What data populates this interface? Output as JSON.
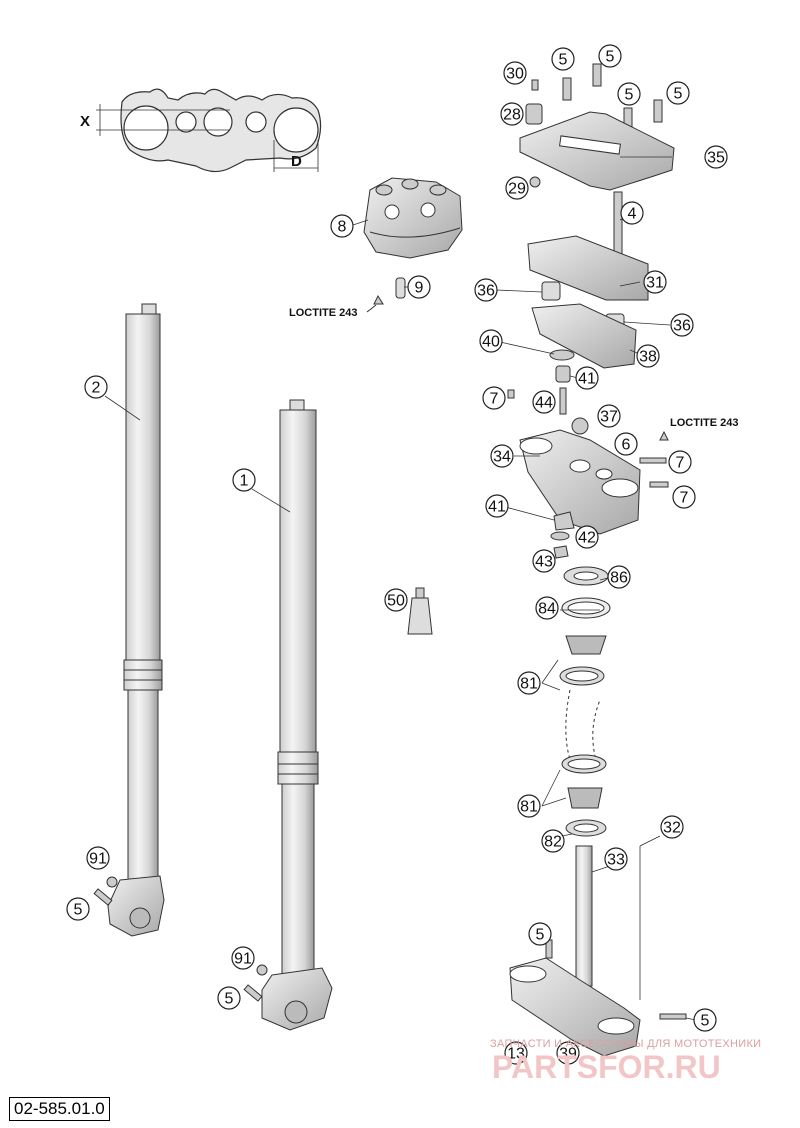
{
  "diagram": {
    "callouts": {
      "c1": "1",
      "c2": "2",
      "c4": "4",
      "c5a": "5",
      "c5b": "5",
      "c5c": "5",
      "c5d": "5",
      "c5e": "5",
      "c5f": "5",
      "c5g": "5",
      "c5h": "5",
      "c6": "6",
      "c7a": "7",
      "c7b": "7",
      "c7c": "7",
      "c8": "8",
      "c9": "9",
      "c13": "13",
      "c28": "28",
      "c29": "29",
      "c30": "30",
      "c31": "31",
      "c32": "32",
      "c33": "33",
      "c34": "34",
      "c35": "35",
      "c36a": "36",
      "c36b": "36",
      "c37": "37",
      "c38": "38",
      "c39": "39",
      "c40": "40",
      "c41a": "41",
      "c41b": "41",
      "c42": "42",
      "c43": "43",
      "c44": "44",
      "c50": "50",
      "c81a": "81",
      "c81b": "81",
      "c82": "82",
      "c84": "84",
      "c86": "86",
      "c91a": "91",
      "c91b": "91"
    },
    "notes": {
      "loctite_a": "LOCTITE 243",
      "loctite_b": "LOCTITE 243"
    },
    "dimensions": {
      "x": "X",
      "d": "D"
    },
    "document_number": "02-585.01.0",
    "watermark": {
      "line1": "ЗАПЧАСТИ И АКСЕССУАРЫ ДЛЯ МОТОТЕХНИКИ",
      "line2": "PARTSFOR.RU"
    }
  }
}
